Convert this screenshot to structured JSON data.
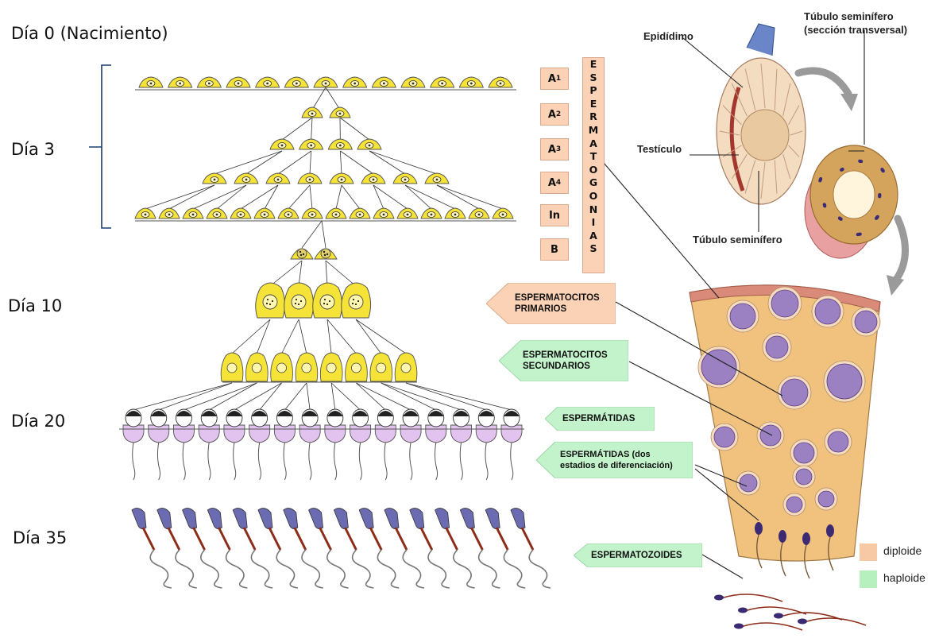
{
  "days": [
    {
      "label": "Día 0 (Nacimiento)"
    },
    {
      "label": "Día 3"
    },
    {
      "label": "Día 10"
    },
    {
      "label": "Día 20"
    },
    {
      "label": "Día 35"
    }
  ],
  "stages": [
    {
      "main": "A",
      "sub": "1"
    },
    {
      "main": "A",
      "sub": "2"
    },
    {
      "main": "A",
      "sub": "3"
    },
    {
      "main": "A",
      "sub": "4"
    },
    {
      "main": "In",
      "sub": ""
    },
    {
      "main": "B",
      "sub": ""
    }
  ],
  "vertical_label": [
    "E",
    "S",
    "P",
    "E",
    "R",
    "M",
    "A",
    "T",
    "O",
    "G",
    "O",
    "N",
    "I",
    "A",
    "S"
  ],
  "cell_labels": {
    "primary_line1": "ESPERMATOCITOS",
    "primary_line2": "PRIMARIOS",
    "secondary_line1": "ESPERMATOCITOS",
    "secondary_line2": "SECUNDARIOS",
    "spermatids": "ESPERMÁTIDAS",
    "spermatids2_line1": "ESPERMÁTIDAS (dos",
    "spermatids2_line2": "estadios de diferenciación)",
    "spermatozoa": "ESPERMATOZOIDES"
  },
  "anatomy": {
    "epididymis": "Epidídimo",
    "tubule_cross_line1": "Túbulo seminífero",
    "tubule_cross_line2": "(sección transversal)",
    "testis": "Testículo",
    "tubule": "Túbulo seminífero"
  },
  "legend": [
    {
      "label": "diploide",
      "color": "#f8c9a5"
    },
    {
      "label": "haploide",
      "color": "#b6f0bf"
    }
  ],
  "colors": {
    "cell_yellow": "#f5e437",
    "spermatid_purple": "#e2c3ef",
    "diploid": "#fbd2b5",
    "haploid": "#c3f3cb",
    "tissue": "#f0c27e"
  }
}
